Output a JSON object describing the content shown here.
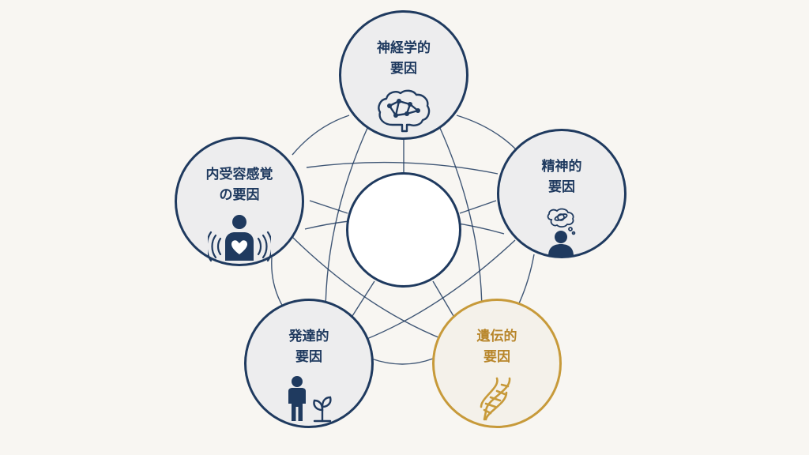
{
  "colors": {
    "navy": "#1f3a5f",
    "gold": "#c79a3a",
    "node_fill": "#ededee",
    "background": "#f8f6f2"
  },
  "nodes": [
    {
      "id": "neuro",
      "line1": "神経学的",
      "line2": "要因",
      "icon": "brain-network-icon"
    },
    {
      "id": "mental",
      "line1": "精神的",
      "line2": "要因",
      "icon": "person-thought-bubble-icon"
    },
    {
      "id": "genetic",
      "line1": "遺伝的",
      "line2": "要因",
      "icon": "dna-helix-icon",
      "highlighted": true
    },
    {
      "id": "developmental",
      "line1": "発達的",
      "line2": "要因",
      "icon": "child-with-sprout-icon"
    },
    {
      "id": "interoceptive",
      "line1": "内受容感覚",
      "line2": "の要因",
      "icon": "body-heartbeat-icon"
    }
  ]
}
